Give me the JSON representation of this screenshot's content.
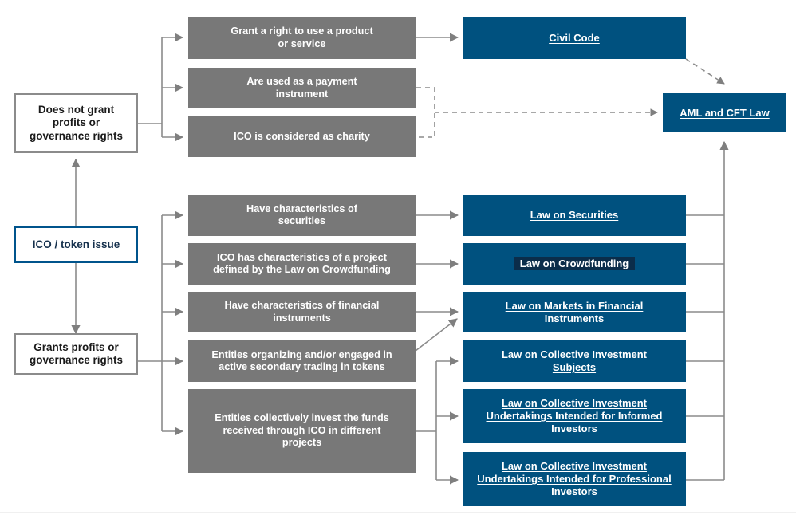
{
  "diagram": {
    "title": "ICO / token issue regulatory classification flowchart",
    "colors": {
      "blue_fill": "#00517f",
      "gray_fill": "#787878",
      "blue_border": "#00548c",
      "gray_border": "#8b8b8b",
      "connector": "#8b8b8b",
      "text_light": "#ffffff",
      "text_dark": "#1a1a1a"
    },
    "root": {
      "label": "ICO / token issue"
    },
    "branches": [
      {
        "id": "no-rights",
        "label": "Does not grant\nprofits or\ngovernance rights"
      },
      {
        "id": "grants-rights",
        "label": "Grants profits or\ngovernance rights"
      }
    ],
    "conditions": [
      {
        "id": "c1",
        "label": "Grant a right to use a product\nor service"
      },
      {
        "id": "c2",
        "label": "Are used as a payment\ninstrument"
      },
      {
        "id": "c3",
        "label": "ICO is considered as charity"
      },
      {
        "id": "c4",
        "label": "Have characteristics of\nsecurities"
      },
      {
        "id": "c5",
        "label": "ICO has characteristics of a project\ndefined by the Law on Crowdfunding"
      },
      {
        "id": "c6",
        "label": "Have characteristics of financial\ninstruments"
      },
      {
        "id": "c7",
        "label": "Entities organizing and/or engaged in\nactive secondary trading in tokens"
      },
      {
        "id": "c8",
        "label": "Entities collectively invest the funds\nreceived through ICO in different\nprojects"
      }
    ],
    "laws": [
      {
        "id": "l1",
        "label": "Civil Code",
        "highlighted": false
      },
      {
        "id": "l2",
        "label": "AML and CFT Law",
        "highlighted": false
      },
      {
        "id": "l3",
        "label": "Law on Securities",
        "highlighted": false
      },
      {
        "id": "l4",
        "label": "Law on Crowdfunding ",
        "highlighted": true
      },
      {
        "id": "l5",
        "label": "Law on Markets in Financial\nInstruments",
        "highlighted": false
      },
      {
        "id": "l6",
        "label": "Law on Collective Investment\nSubjects",
        "highlighted": false
      },
      {
        "id": "l7",
        "label": "Law on Collective Investment\nUndertakings Intended for Informed\nInvestors",
        "highlighted": false
      },
      {
        "id": "l8",
        "label": "Law on Collective Investment\nUndertakings Intended for Professional\nInvestors",
        "highlighted": false
      }
    ]
  }
}
